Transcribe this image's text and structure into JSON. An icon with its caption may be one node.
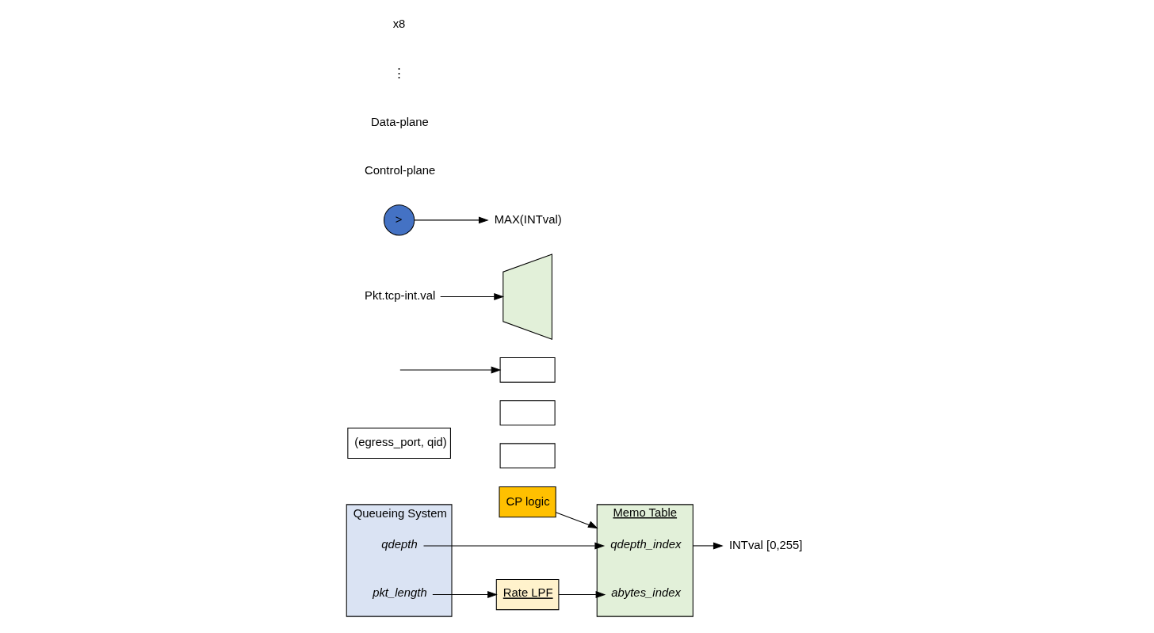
{
  "diagram": {
    "nodes": [
      {
        "text": [
          "CP logic"
        ]
      },
      {
        "text": [
          "Queueing System"
        ]
      },
      {
        "text": [
          "qdepth"
        ],
        "in": 1
      },
      {
        "text": [
          "pkt_length"
        ],
        "in": 1
      },
      {
        "text": [
          "Memo Table"
        ]
      },
      {
        "text": [
          "qdepth_index"
        ],
        "in": 4
      },
      {
        "text": [
          "abytes_index"
        ],
        "in": 4
      },
      {
        "text": [
          "Rate LPF"
        ]
      },
      {
        "text": [
          "(egress_port, qid)"
        ]
      },
      {
        "text": [],
        "shape": "box"
      },
      {
        "text": [],
        "shape": "box"
      },
      {
        "text": [],
        "shape": "box"
      },
      {
        "text": [
          "INTval [0,255]"
        ]
      },
      {
        "text": [],
        "shape": "trapezium"
      },
      {
        "text": [
          ">"
        ]
      },
      {
        "text": [
          "MAX(INTval)"
        ]
      },
      {
        "text": [
          "Pkt.tcp-int.val"
        ]
      }
    ],
    "edges": [
      {
        "from": null,
        "to": 9,
        "arrow": "to"
      },
      {
        "from": 0,
        "to": 4,
        "arrow": "to"
      },
      {
        "from": 2,
        "to": 5,
        "arrow": "to"
      },
      {
        "from": 3,
        "to": 7,
        "arrow": "to"
      },
      {
        "from": 7,
        "to": 6,
        "arrow": "to"
      },
      {
        "from": 4,
        "to": 12,
        "arrow": "to"
      },
      {
        "from": 16,
        "to": 13,
        "arrow": "to"
      },
      {
        "from": 14,
        "to": 15,
        "arrow": "to"
      }
    ],
    "labels": [
      "Control-plane",
      "Data-plane",
      "⋮",
      "x8"
    ]
  }
}
